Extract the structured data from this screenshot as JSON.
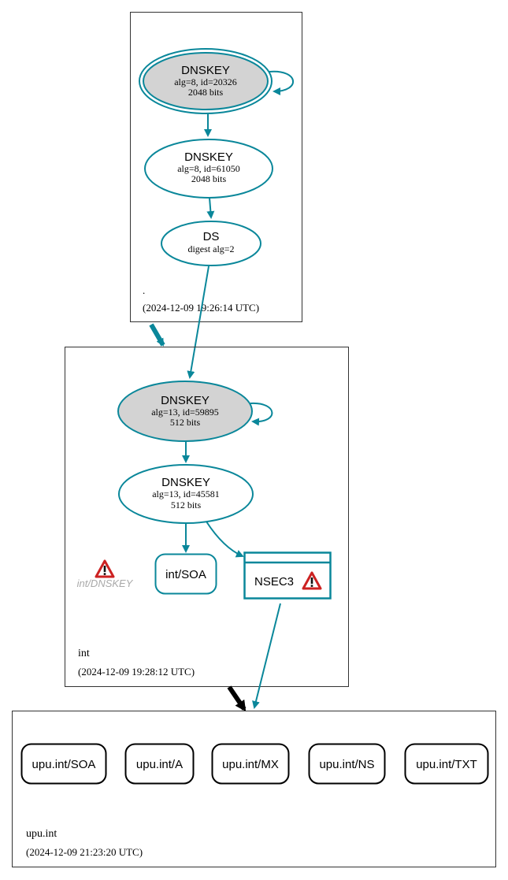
{
  "colors": {
    "edge": "#0a879a",
    "node_fill_ksk": "#d3d3d3",
    "warning_red": "#cc2222",
    "missing_text": "#a9a9a9"
  },
  "zones": {
    "root": {
      "name": ".",
      "timestamp": "(2024-12-09 19:26:14 UTC)"
    },
    "int": {
      "name": "int",
      "timestamp": "(2024-12-09 19:28:12 UTC)"
    },
    "upu": {
      "name": "upu.int",
      "timestamp": "(2024-12-09 21:23:20 UTC)"
    }
  },
  "nodes": {
    "root_ksk": {
      "title": "DNSKEY",
      "line1": "alg=8, id=20326",
      "line2": "2048 bits"
    },
    "root_zsk": {
      "title": "DNSKEY",
      "line1": "alg=8, id=61050",
      "line2": "2048 bits"
    },
    "root_ds": {
      "title": "DS",
      "line1": "digest alg=2"
    },
    "int_ksk": {
      "title": "DNSKEY",
      "line1": "alg=13, id=59895",
      "line2": "512 bits"
    },
    "int_zsk": {
      "title": "DNSKEY",
      "line1": "alg=13, id=45581",
      "line2": "512 bits"
    },
    "int_soa": {
      "label": "int/SOA"
    },
    "int_nsec3": {
      "label": "NSEC3"
    },
    "int_dnskey_missing": {
      "label": "int/DNSKEY"
    },
    "upu_records": [
      "upu.int/SOA",
      "upu.int/A",
      "upu.int/MX",
      "upu.int/NS",
      "upu.int/TXT"
    ]
  }
}
